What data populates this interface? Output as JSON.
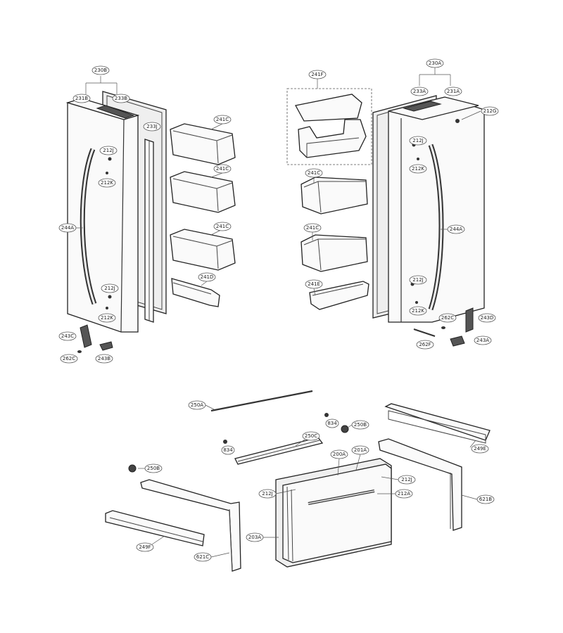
{
  "diagram": {
    "labels": {
      "l230B": "230B",
      "l231B": "231B",
      "l233B": "233B",
      "l233J_l": "233J",
      "l241C_1": "241C",
      "l241C_2": "241C",
      "l241C_3": "241C",
      "l241D": "241D",
      "l212J_l1": "212J",
      "l212K_l1": "212K",
      "l212J_l2": "212J",
      "l212K_l2": "212K",
      "l244A_l": "244A",
      "l243C": "243C",
      "l262C_l": "262C",
      "l243B": "243B",
      "l241F": "241F",
      "l241C_4": "241C",
      "l241C_5": "241C",
      "l241E": "241E",
      "l230A": "230A",
      "l233A": "233A",
      "l231A": "231A",
      "l212G": "212G",
      "l212J_r1": "212J",
      "l212K_r1": "212K",
      "l244A_r": "244A",
      "l212J_r2": "212J",
      "l212K_r2": "212K",
      "l262C_r": "262C",
      "l243D": "243D",
      "l262F": "262F",
      "l243A": "243A",
      "l250A": "250A",
      "l834_1": "834",
      "l250B_1": "250B",
      "l249E": "249E",
      "l250C": "250C",
      "l834_2": "834",
      "l200A": "200A",
      "l201A": "201A",
      "l250B_2": "250B",
      "l212J_b1": "212J",
      "l212J_b2": "212J",
      "l212A": "212A",
      "l621B": "621B",
      "l203A": "203A",
      "l249F": "249F",
      "l621C": "621C"
    }
  }
}
